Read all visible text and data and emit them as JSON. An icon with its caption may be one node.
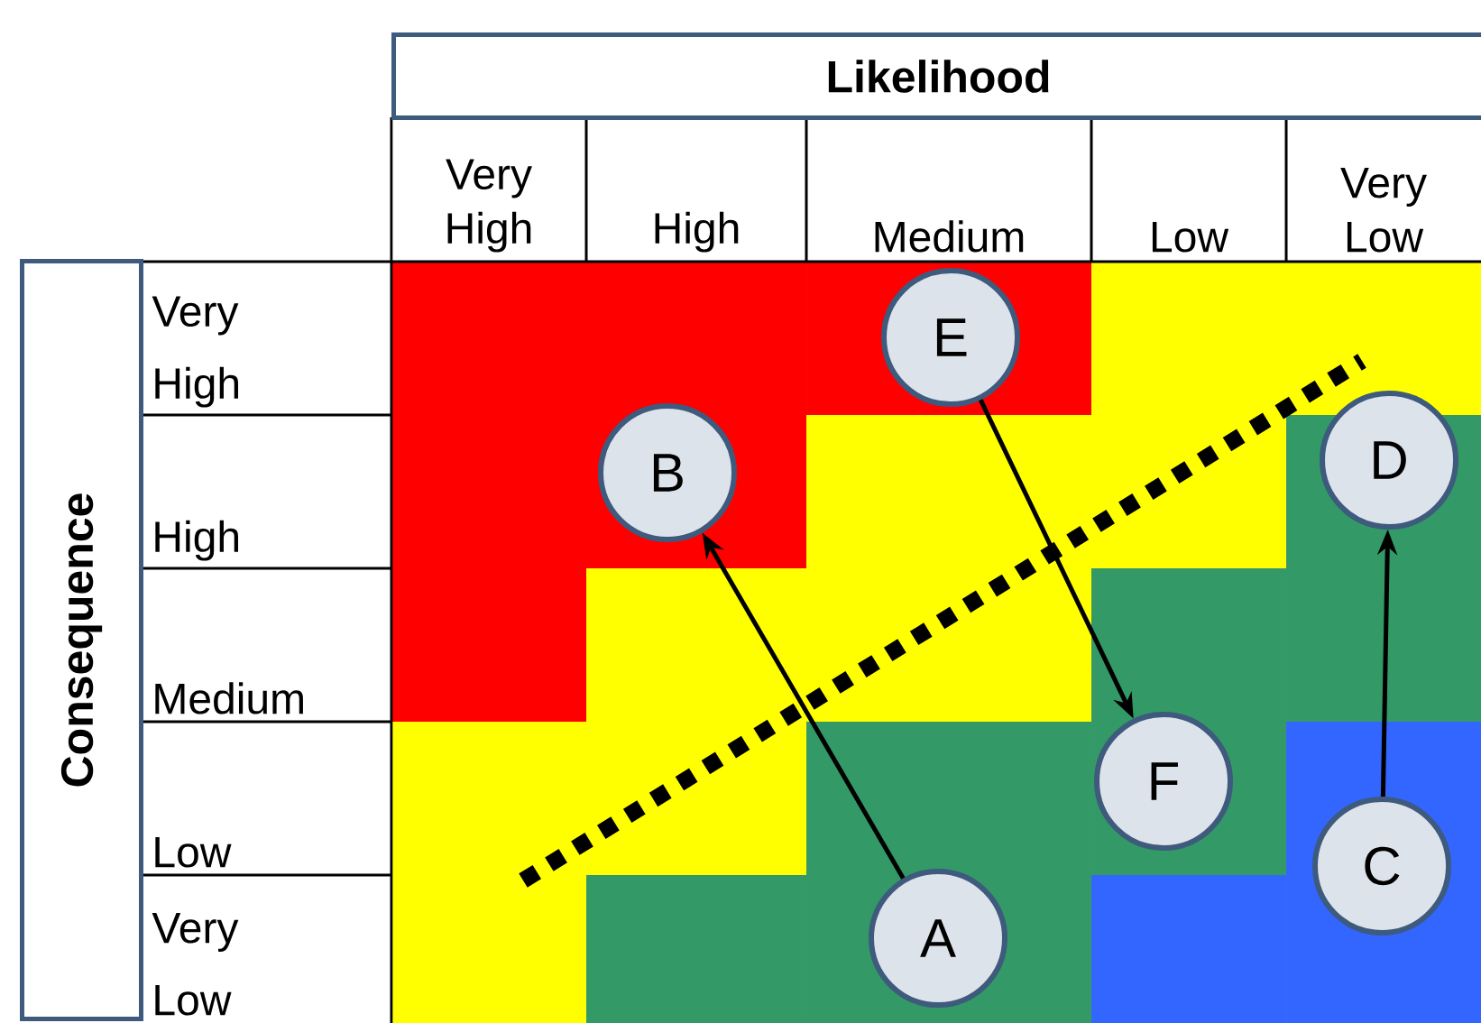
{
  "diagram": {
    "nodes": [
      {
        "text": [
          "E"
        ]
      },
      {
        "text": [
          "B"
        ]
      },
      {
        "text": [
          "D"
        ]
      },
      {
        "text": [
          "F"
        ]
      },
      {
        "text": [
          "C"
        ]
      },
      {
        "text": [
          "A"
        ]
      }
    ],
    "edges": [
      {
        "from": 5,
        "to": 1,
        "arrow": "to"
      },
      {
        "from": 0,
        "to": 3,
        "arrow": "to"
      },
      {
        "from": 4,
        "to": 2,
        "arrow": "to"
      }
    ],
    "labels": [
      "Likelihood",
      "Very High",
      "High",
      "Medium",
      "Low",
      "Very Low",
      "Consequence",
      "Very High",
      "High",
      "Medium",
      "Low",
      "Very Low"
    ]
  }
}
